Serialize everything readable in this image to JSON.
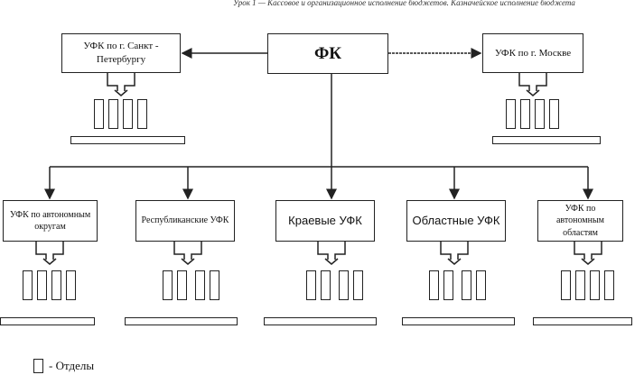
{
  "caption": "Урок 1 — Кассовое и организационное исполнение бюджетов. Казначейское исполнение бюджета",
  "root": {
    "label": "ФК"
  },
  "top_branches": [
    {
      "label": "УФК по г. Санкт - Петербургу",
      "departments": 4
    },
    {
      "label": "УФК по г. Москве",
      "departments": 4
    }
  ],
  "bottom_branches": [
    {
      "label": "УФК по автономным округам",
      "departments": 4
    },
    {
      "label": "Республиканские УФК",
      "departments": 4
    },
    {
      "label": "Краевые УФК",
      "departments": 4
    },
    {
      "label": "Областные УФК",
      "departments": 4
    },
    {
      "label": "УФК по автономным областям",
      "departments": 4
    }
  ],
  "legend": {
    "label": "- Отделы"
  }
}
